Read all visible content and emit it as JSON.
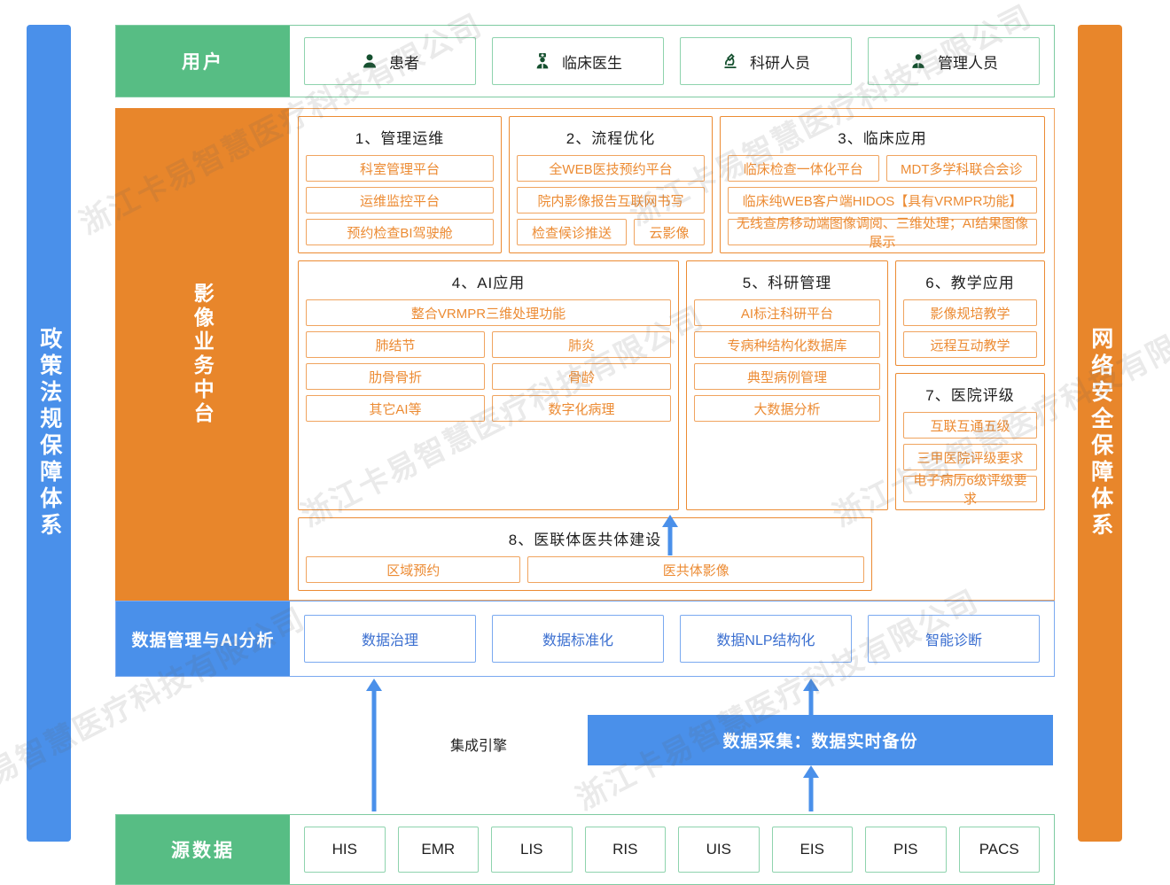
{
  "pillars": {
    "left": "政策法规保障体系",
    "right": "网络安全保障体系"
  },
  "user_band": {
    "label": "用户",
    "cards": [
      {
        "icon": "person-icon",
        "text": "患者"
      },
      {
        "icon": "doctor-icon",
        "text": "临床医生"
      },
      {
        "icon": "microscope-icon",
        "text": "科研人员"
      },
      {
        "icon": "manager-icon",
        "text": "管理人员"
      }
    ]
  },
  "mid_band": {
    "label": "影像业务中台",
    "groups": [
      {
        "title": "1、管理运维",
        "rows": [
          [
            "科室管理平台"
          ],
          [
            "运维监控平台"
          ],
          [
            "预约检查BI驾驶舱"
          ]
        ]
      },
      {
        "title": "2、流程优化",
        "rows": [
          [
            "全WEB医技预约平台"
          ],
          [
            "院内影像报告互联网书写"
          ],
          [
            "检查候诊推送",
            "云影像"
          ]
        ]
      },
      {
        "title": "3、临床应用",
        "rows": [
          [
            "临床检查一体化平台",
            "MDT多学科联合会诊"
          ],
          [
            "临床纯WEB客户端HIDOS【具有VRMPR功能】"
          ],
          [
            "无线查房移动端图像调阅、三维处理；AI结果图像展示"
          ]
        ]
      },
      {
        "title": "4、AI应用",
        "rows": [
          [
            "整合VRMPR三维处理功能"
          ],
          [
            "肺结节",
            "肺炎"
          ],
          [
            "肋骨骨折",
            "骨龄"
          ],
          [
            "其它AI等",
            "数字化病理"
          ]
        ]
      },
      {
        "title": "5、科研管理",
        "rows": [
          [
            "AI标注科研平台"
          ],
          [
            "专病种结构化数据库"
          ],
          [
            "典型病例管理"
          ],
          [
            "大数据分析"
          ]
        ]
      },
      {
        "title": "6、教学应用",
        "rows": [
          [
            "影像规培教学"
          ],
          [
            "远程互动教学"
          ]
        ]
      },
      {
        "title": "7、医院评级",
        "rows": [
          [
            "互联互通五级"
          ],
          [
            "三甲医院评级要求"
          ],
          [
            "电子病历6级评级要求"
          ]
        ]
      },
      {
        "title": "8、医联体医共体建设",
        "rows": [
          [
            "区域预约",
            "医共体影像"
          ]
        ]
      }
    ]
  },
  "data_band": {
    "label": "数据管理与AI分析",
    "cards": [
      "数据治理",
      "数据标准化",
      "数据NLP结构化",
      "智能诊断"
    ]
  },
  "connector": {
    "engine_label": "集成引擎",
    "capture_bar": "数据采集：数据实时备份"
  },
  "source_band": {
    "label": "源数据",
    "cards": [
      "HIS",
      "EMR",
      "LIS",
      "RIS",
      "UIS",
      "EIS",
      "PIS",
      "PACS"
    ]
  },
  "watermark_text": "浙江卡易智慧医疗科技有限公司",
  "colors": {
    "green": "#57bd84",
    "green_border": "#8ed3ad",
    "orange": "#e8862b",
    "orange_border": "#ec8b33",
    "blue": "#4a90ea",
    "blue_border": "#7aa9f0",
    "blue_text": "#3b6fd0"
  }
}
